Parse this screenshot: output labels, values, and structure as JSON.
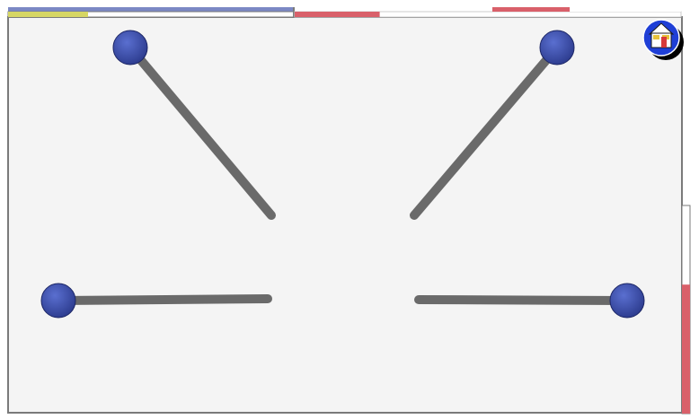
{
  "game": {
    "board": {
      "background": "#f4f4f4",
      "border": "#7a7a7a"
    },
    "progress_bars": {
      "top_left": {
        "color": "#7b88c4",
        "track": "#7a7a7a",
        "fill": 1.0
      },
      "top_left_sub": {
        "color": "#d6d664",
        "track": "#ffffff",
        "fill": 0.28
      },
      "top_right": {
        "color": "#d9606a",
        "track": "#ffffff",
        "fill": 0.22
      },
      "top_right_upper": {
        "color": "#d9606a",
        "track": "#ffffff",
        "fill": 0.41
      },
      "right_side": {
        "color": "#d9606a",
        "track": "#ffffff",
        "fill": 0.62
      }
    },
    "spokes": [
      {
        "name": "spoke-upper-left"
      },
      {
        "name": "spoke-upper-right"
      },
      {
        "name": "spoke-lower-left"
      },
      {
        "name": "spoke-lower-right"
      }
    ],
    "colors": {
      "ball": "#2b3a8c",
      "ball_highlight": "#5a6fd0",
      "rod": "#6a6a6a"
    },
    "home_button": {
      "icon": "house-icon",
      "circle_color": "#1f3fd6",
      "shadow_color": "#000000"
    }
  }
}
